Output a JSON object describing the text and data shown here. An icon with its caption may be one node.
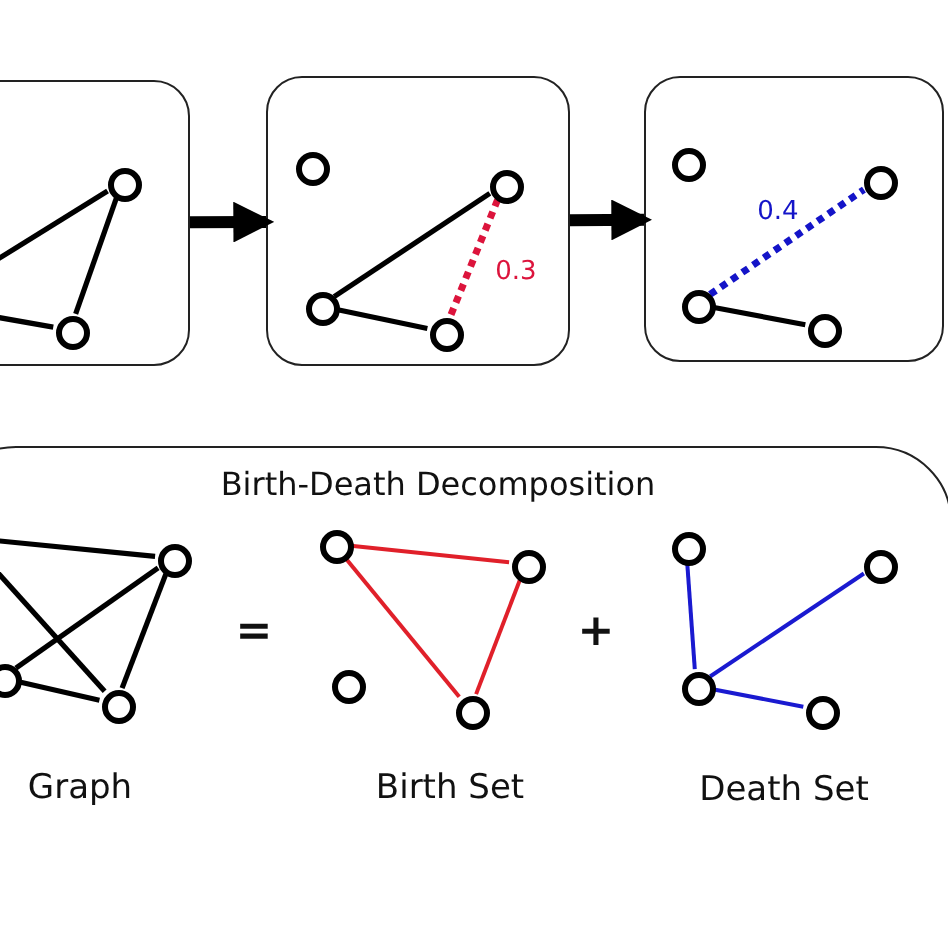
{
  "diagram": {
    "nodes": [
      {
        "text": [],
        "shape": "box"
      },
      {
        "text": [],
        "shape": "circle",
        "in": 0
      },
      {
        "text": [],
        "shape": "circle",
        "in": 0
      },
      {
        "text": [],
        "shape": "box"
      },
      {
        "text": [],
        "shape": "circle",
        "in": 3
      },
      {
        "text": [],
        "shape": "circle",
        "in": 3
      },
      {
        "text": [],
        "shape": "circle",
        "in": 3
      },
      {
        "text": [],
        "shape": "circle",
        "in": 3
      },
      {
        "text": [],
        "shape": "box"
      },
      {
        "text": [],
        "shape": "circle",
        "in": 8
      },
      {
        "text": [],
        "shape": "circle",
        "in": 8
      },
      {
        "text": [],
        "shape": "circle",
        "in": 8
      },
      {
        "text": [],
        "shape": "circle",
        "in": 8
      },
      {
        "text": [
          "Birth-Death Decomposition"
        ]
      },
      {
        "text": [],
        "shape": "circle",
        "in": 13
      },
      {
        "text": [],
        "shape": "circle",
        "in": 13
      },
      {
        "text": [],
        "shape": "circle",
        "in": 13
      },
      {
        "text": [],
        "shape": "circle",
        "in": 13
      },
      {
        "text": [],
        "shape": "circle",
        "in": 13
      },
      {
        "text": [],
        "shape": "circle",
        "in": 13
      },
      {
        "text": [],
        "shape": "circle",
        "in": 13
      },
      {
        "text": [],
        "shape": "circle",
        "in": 13
      },
      {
        "text": [],
        "shape": "circle",
        "in": 13
      },
      {
        "text": [],
        "shape": "circle",
        "in": 13
      },
      {
        "text": [],
        "shape": "circle",
        "in": 13
      }
    ],
    "edges": [
      {
        "from": 0,
        "to": 3,
        "arrow": "to",
        "style": "thick"
      },
      {
        "from": 3,
        "to": 8,
        "arrow": "to",
        "style": "thick"
      },
      {
        "from": null,
        "to": 1,
        "arrow": "none"
      },
      {
        "from": 1,
        "to": 2,
        "arrow": "none"
      },
      {
        "from": null,
        "to": 2,
        "arrow": "none"
      },
      {
        "from": 6,
        "to": 5,
        "arrow": "none"
      },
      {
        "from": 6,
        "to": 7,
        "arrow": "none"
      },
      {
        "from": 5,
        "to": 7,
        "arrow": "none",
        "label": "0.3",
        "style": "dashed",
        "color": "#dc143c"
      },
      {
        "from": 11,
        "to": 10,
        "arrow": "none",
        "label": "0.4",
        "style": "dashed",
        "color": "#1414c8"
      },
      {
        "from": 11,
        "to": 12,
        "arrow": "none"
      },
      {
        "from": null,
        "to": 14,
        "arrow": "none"
      },
      {
        "from": null,
        "to": 16,
        "arrow": "none"
      },
      {
        "from": 15,
        "to": 14,
        "arrow": "none"
      },
      {
        "from": 15,
        "to": 16,
        "arrow": "none"
      },
      {
        "from": 14,
        "to": 16,
        "arrow": "none"
      },
      {
        "from": 17,
        "to": 18,
        "arrow": "none",
        "color": "#e0202a"
      },
      {
        "from": 17,
        "to": 20,
        "arrow": "none",
        "color": "#e0202a"
      },
      {
        "from": 18,
        "to": 20,
        "arrow": "none",
        "color": "#e0202a"
      },
      {
        "from": 23,
        "to": 21,
        "arrow": "none",
        "color": "#1a1ad0"
      },
      {
        "from": 23,
        "to": 22,
        "arrow": "none",
        "color": "#1a1ad0"
      },
      {
        "from": 23,
        "to": 24,
        "arrow": "none",
        "color": "#1a1ad0"
      }
    ],
    "labels": [
      "=",
      "+",
      "Graph",
      "Birth Set",
      "Death Set"
    ]
  }
}
